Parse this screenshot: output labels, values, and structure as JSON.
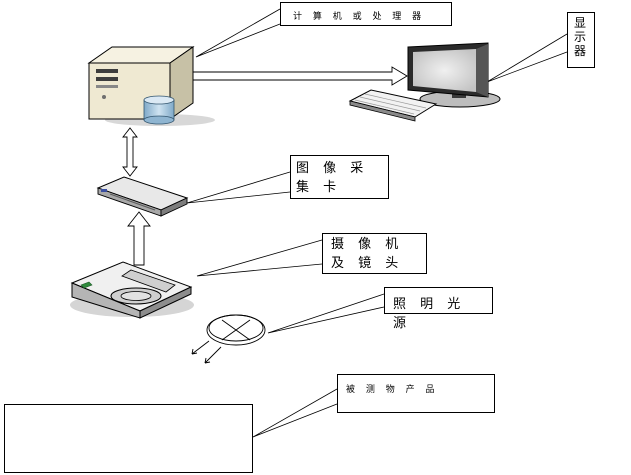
{
  "labels": {
    "computer": "计 算 机 或 处 理 器",
    "monitor": "显\n示\n器",
    "capture_card": "图 像 采\n集 卡",
    "camera": "摄 像 机\n及 镜 头",
    "light": "照 明 光 源",
    "object": "被 测 物    产 品",
    "blank": ""
  },
  "icons": {
    "computer": "server-computer-icon",
    "database": "database-icon",
    "monitor": "monitor-icon",
    "keyboard": "keyboard-icon",
    "capture_card": "capture-card-device-icon",
    "camera": "scanner-camera-icon",
    "light": "ring-light-icon"
  },
  "colors": {
    "stroke": "#000000",
    "device_body": "#f2eedd",
    "device_shade": "#c7c1a6",
    "database": "#a9c9e0",
    "screen": "#d9d9d9"
  }
}
